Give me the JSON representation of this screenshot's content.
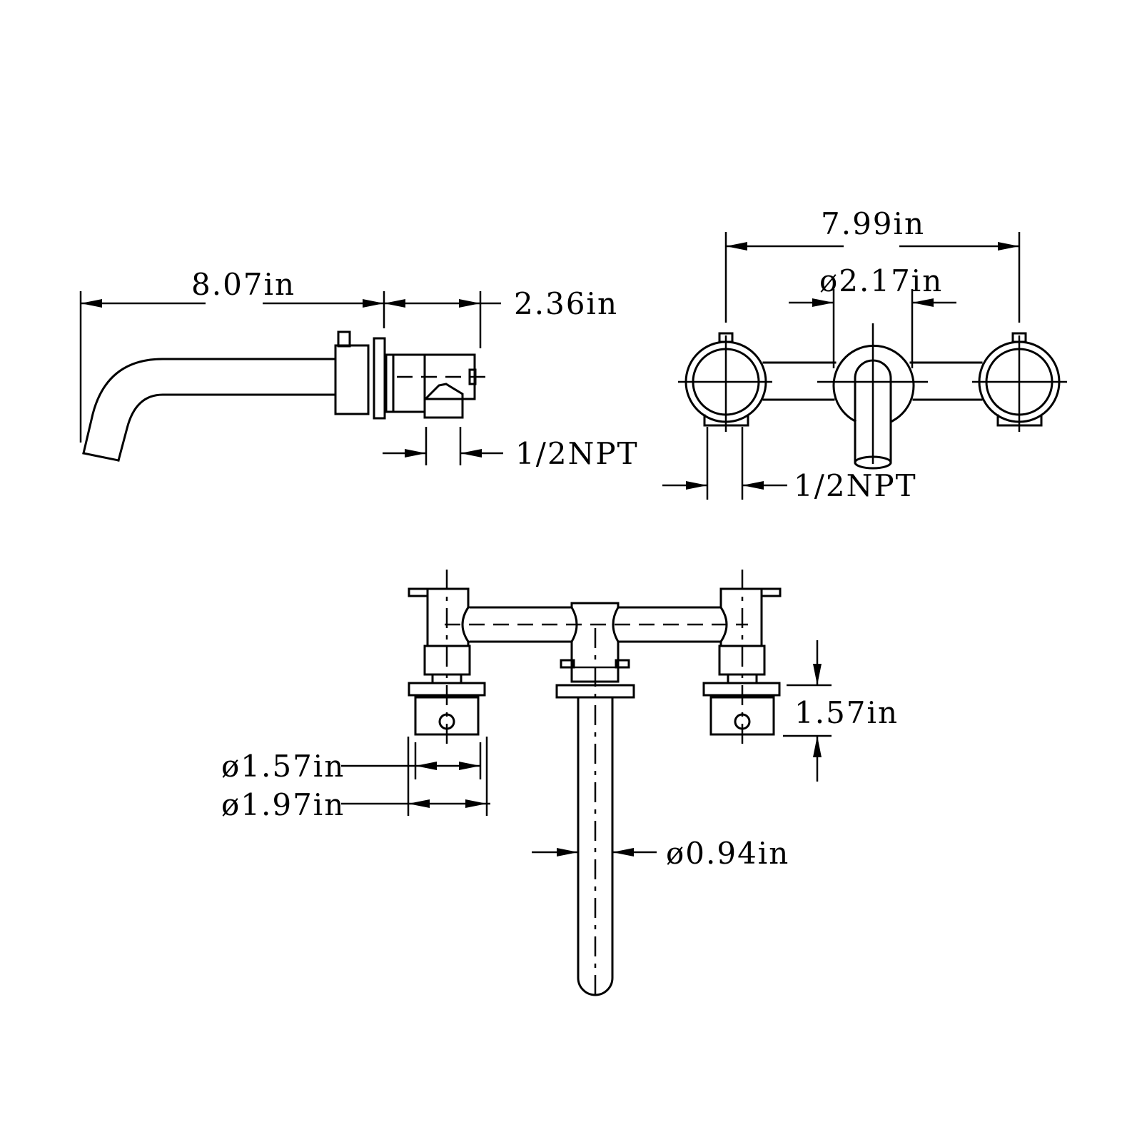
{
  "drawing": {
    "background": "#ffffff",
    "line_color": "#000000",
    "side_view": {
      "spout_length": "8.07in",
      "valve_depth": "2.36in",
      "inlet": "1/2NPT"
    },
    "front_view": {
      "handle_spacing": "7.99in",
      "center_flange_diameter": "ø2.17in",
      "inlet": "1/2NPT"
    },
    "top_view": {
      "handle_diameter": "ø1.57in",
      "flange_diameter": "ø1.97in",
      "handle_height": "1.57in",
      "spout_diameter": "ø0.94in"
    }
  }
}
